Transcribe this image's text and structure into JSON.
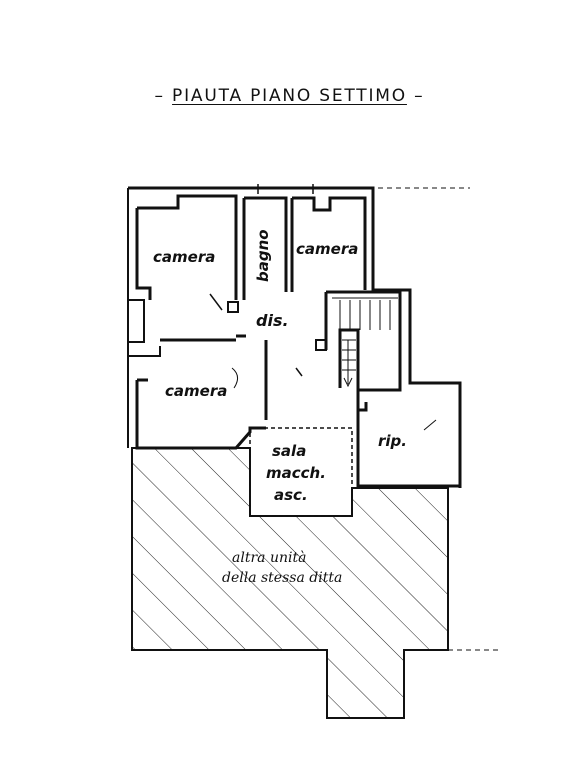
{
  "title": "PIAUTA PIANO SETTIMO",
  "title_dash": "–",
  "rooms": {
    "camera_top_left": "camera",
    "bagno": "bagno",
    "camera_top_right": "camera",
    "dis": "dis.",
    "camera_bottom_left": "camera",
    "rip": "rip.",
    "sala_line1": "sala",
    "sala_line2": "macch.",
    "sala_line3": "asc."
  },
  "other_unit": {
    "line1": "altra unità",
    "line2": "della stessa ditta"
  }
}
